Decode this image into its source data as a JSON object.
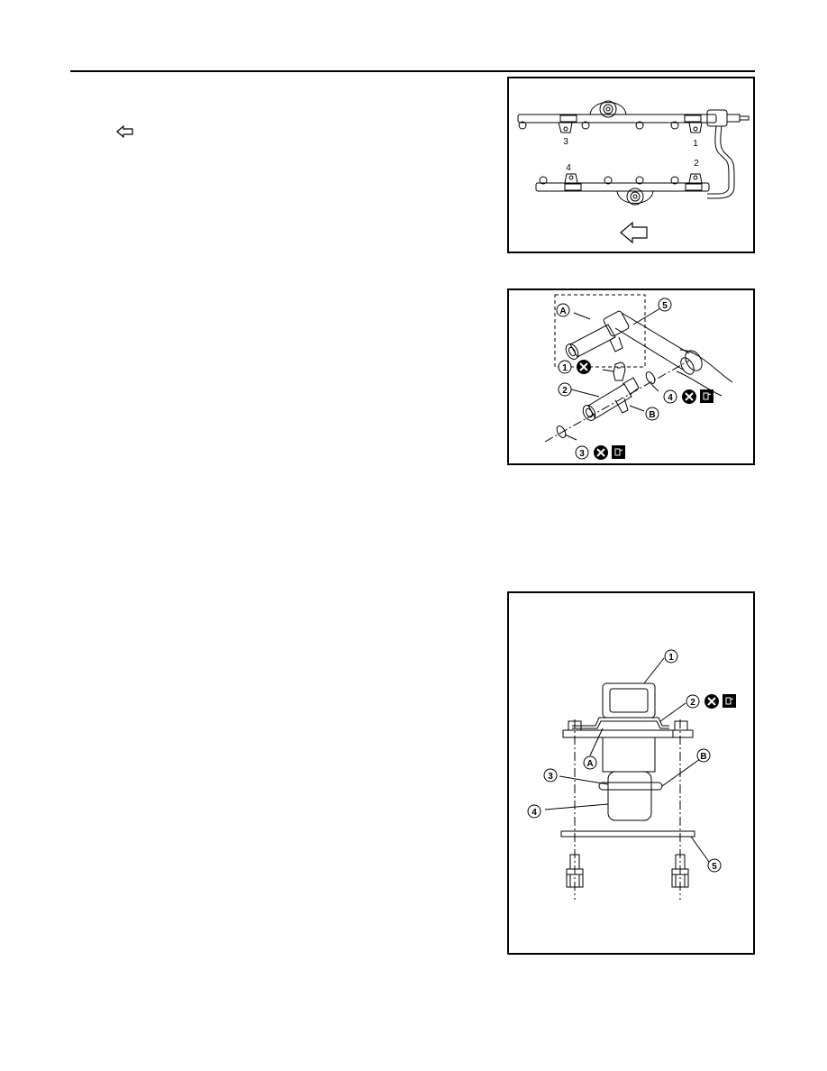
{
  "page": {
    "arrow_symbol": "left-arrow-icon"
  },
  "figure_rail": {
    "labels": {
      "injector_1": "1",
      "injector_2": "2",
      "injector_3": "3",
      "injector_4": "4"
    },
    "arrow_icon": "left-arrow-icon"
  },
  "figure_injector": {
    "callouts": {
      "a": "A",
      "b": "B",
      "c1": "1",
      "c2": "2",
      "c3": "3",
      "c4": "4",
      "c5": "5"
    },
    "icons": [
      "do-not-reuse-icon",
      "lubricate-icon"
    ]
  },
  "figure_regulator": {
    "callouts": {
      "a": "A",
      "b": "B",
      "c1": "1",
      "c2": "2",
      "c3": "3",
      "c4": "4",
      "c5": "5"
    },
    "icons": [
      "do-not-reuse-icon",
      "lubricate-icon"
    ]
  }
}
